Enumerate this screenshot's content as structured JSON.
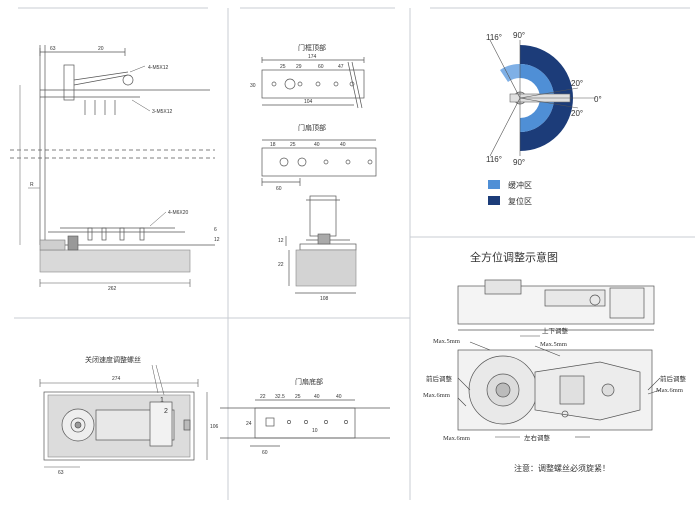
{
  "colors": {
    "buffer": "#4f8fd6",
    "reset": "#1c3c79",
    "divider": "#c8ccd3",
    "line": "#555555"
  },
  "side_view": {
    "top_dims": [
      "63",
      "20"
    ],
    "right_labels": [
      "4-M5X12",
      "3-M5X12"
    ],
    "bottom_label": "4-M6X20",
    "left_dim": "R",
    "right_small": [
      "6",
      "12"
    ],
    "bottom_dim": "262"
  },
  "frame_top": {
    "title": "门框顶部",
    "dims": [
      "174",
      "25",
      "29",
      "60",
      "47",
      "30",
      "104"
    ]
  },
  "leaf_top": {
    "title": "门扇顶部",
    "dims": [
      "18",
      "25",
      "40",
      "40",
      "60"
    ]
  },
  "pivot": {
    "dims": [
      "12",
      "22",
      "108"
    ]
  },
  "plan": {
    "title": "关闭速度调整螺丝",
    "dims": [
      "274",
      "106",
      "63"
    ],
    "markers": [
      "1",
      "2"
    ]
  },
  "leaf_bottom": {
    "title": "门扇底部",
    "dims": [
      "22",
      "32.5",
      "25",
      "40",
      "40",
      "24",
      "10",
      "60"
    ]
  },
  "angles": {
    "labels": [
      "116°",
      "90°",
      "20°",
      "0°",
      "20°",
      "116°",
      "90°"
    ],
    "legend": [
      {
        "label": "缓冲区",
        "color": "#4f8fd6"
      },
      {
        "label": "复位区",
        "color": "#1c3c79"
      }
    ]
  },
  "adjust": {
    "title": "全方位调整示意图",
    "labels": [
      "上下调整",
      "前后调整",
      "前后调整",
      "左右调整"
    ],
    "max": [
      "Max.5mm",
      "Max.5mm",
      "Max.6mm",
      "Max.6mm",
      "Max.6mm"
    ],
    "note": "注意：调整螺丝必须旋紧！"
  }
}
